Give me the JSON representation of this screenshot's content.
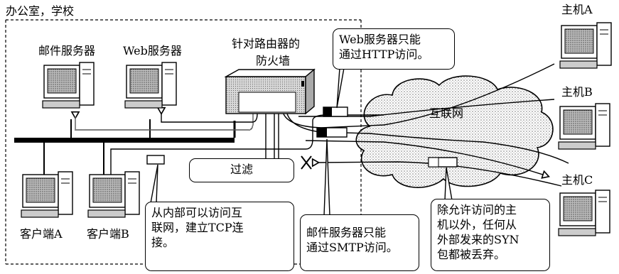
{
  "area_label": "办公室，学校",
  "servers": {
    "mail": "邮件服务器",
    "web": "Web服务器"
  },
  "router": {
    "line1": "针对路由器的",
    "line2": "防火墙"
  },
  "cloud_label": "互联网",
  "clients": {
    "a": "客户端A",
    "b": "客户端B"
  },
  "hosts": {
    "a": "主机A",
    "b": "主机B",
    "c": "主机C"
  },
  "filter_label": "过滤",
  "callouts": {
    "web_only": [
      "Web服务器只能",
      "通过HTTP访问。"
    ],
    "internal": [
      "从内部可以访问互",
      "联网，建立TCP连",
      "接。"
    ],
    "mail_only": [
      "邮件服务器只能",
      "通过SMTP访问。"
    ],
    "syn_drop": [
      "除允许访问的主",
      "机以外，任何从",
      "外部发来的SYN",
      "包都被丢弃。"
    ]
  },
  "icons": {
    "computer": "computer-icon",
    "router": "router-firewall-icon",
    "cloud": "internet-cloud-icon",
    "packet": "packet-icon",
    "blocked": "blocked-x-icon"
  }
}
